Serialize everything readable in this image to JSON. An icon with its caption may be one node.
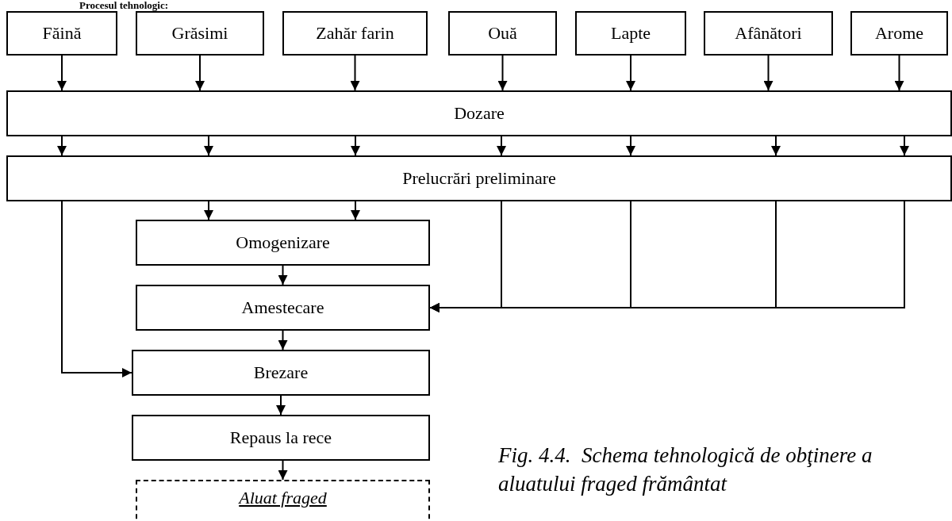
{
  "diagram": {
    "title": "Procesul tehnologic:",
    "caption": "Fig. 4.4.  Schema tehnologică de obţinere a aluatului fraged frământat",
    "nodes": [
      {
        "text": [
          "Făină"
        ]
      },
      {
        "text": [
          "Grăsimi"
        ]
      },
      {
        "text": [
          "Zahăr farin"
        ]
      },
      {
        "text": [
          "Ouă"
        ]
      },
      {
        "text": [
          "Lapte"
        ]
      },
      {
        "text": [
          "Afânători"
        ]
      },
      {
        "text": [
          "Arome"
        ]
      },
      {
        "text": [
          "Dozare"
        ]
      },
      {
        "text": [
          "Prelucrări preliminare"
        ]
      },
      {
        "text": [
          "Omogenizare"
        ]
      },
      {
        "text": [
          "Amestecare"
        ]
      },
      {
        "text": [
          "Brezare"
        ]
      },
      {
        "text": [
          "Repaus la rece"
        ]
      },
      {
        "text": [
          "Aluat fraged"
        ]
      }
    ],
    "edges": [
      {
        "from": 0,
        "to": 7,
        "arrow": "to"
      },
      {
        "from": 1,
        "to": 7,
        "arrow": "to"
      },
      {
        "from": 2,
        "to": 7,
        "arrow": "to"
      },
      {
        "from": 3,
        "to": 7,
        "arrow": "to"
      },
      {
        "from": 4,
        "to": 7,
        "arrow": "to"
      },
      {
        "from": 5,
        "to": 7,
        "arrow": "to"
      },
      {
        "from": 6,
        "to": 7,
        "arrow": "to"
      },
      {
        "from": 7,
        "to": 8,
        "arrow": "to"
      },
      {
        "from": 7,
        "to": 8,
        "arrow": "to"
      },
      {
        "from": 7,
        "to": 8,
        "arrow": "to"
      },
      {
        "from": 7,
        "to": 8,
        "arrow": "to"
      },
      {
        "from": 7,
        "to": 8,
        "arrow": "to"
      },
      {
        "from": 7,
        "to": 8,
        "arrow": "to"
      },
      {
        "from": 7,
        "to": 8,
        "arrow": "to"
      },
      {
        "from": 8,
        "to": 9,
        "arrow": "to"
      },
      {
        "from": 8,
        "to": 9,
        "arrow": "to"
      },
      {
        "from": 8,
        "to": 11,
        "arrow": "to"
      },
      {
        "from": 8,
        "to": 10,
        "arrow": "to"
      },
      {
        "from": 8,
        "to": 10,
        "arrow": "to"
      },
      {
        "from": 8,
        "to": 10,
        "arrow": "to"
      },
      {
        "from": 8,
        "to": 10,
        "arrow": "to"
      },
      {
        "from": 9,
        "to": 10,
        "arrow": "to"
      },
      {
        "from": 10,
        "to": 11,
        "arrow": "to"
      },
      {
        "from": 11,
        "to": 12,
        "arrow": "to"
      },
      {
        "from": 12,
        "to": 13,
        "arrow": "to"
      }
    ]
  }
}
